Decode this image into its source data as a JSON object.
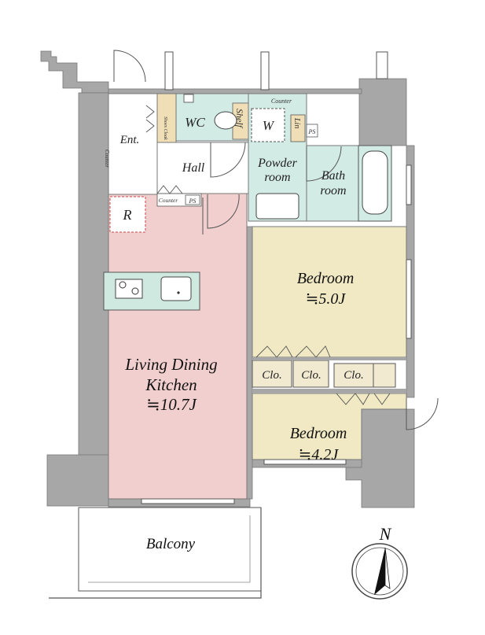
{
  "colors": {
    "wall": "#a7a7a7",
    "wall_dark": "#8e8e8e",
    "ldk": "#f2cfcf",
    "bedroom": "#f0e9c4",
    "wet": "#d3ebe5",
    "hall": "#ffffff",
    "closet": "#f1ead0",
    "shelf": "#f0dfb6",
    "balcony": "#ffffff",
    "line": "#555555",
    "counter": "#cfe8e0"
  },
  "rooms": {
    "ldk": {
      "line1": "Living Dining",
      "line2": "Kitchen",
      "area": "≒10.7J"
    },
    "bedroom1": {
      "label": "Bedroom",
      "area": "≒5.0J"
    },
    "bedroom2": {
      "label": "Bedroom",
      "area": "≒4.2J"
    },
    "powder": {
      "line1": "Powder",
      "line2": "room"
    },
    "bath": {
      "line1": "Bath",
      "line2": "room"
    },
    "wc": "WC",
    "hall": "Hall",
    "entrance": "Ent.",
    "balcony": "Balcony"
  },
  "fixtures": {
    "washer": "W",
    "refrigerator": "R",
    "shelf": "Shelf",
    "linen": "Lin",
    "ps": "PS",
    "counter": "Counter",
    "shoes_cloak": "Shoes Cloak",
    "closet": "Clo."
  },
  "compass": {
    "north": "N"
  }
}
